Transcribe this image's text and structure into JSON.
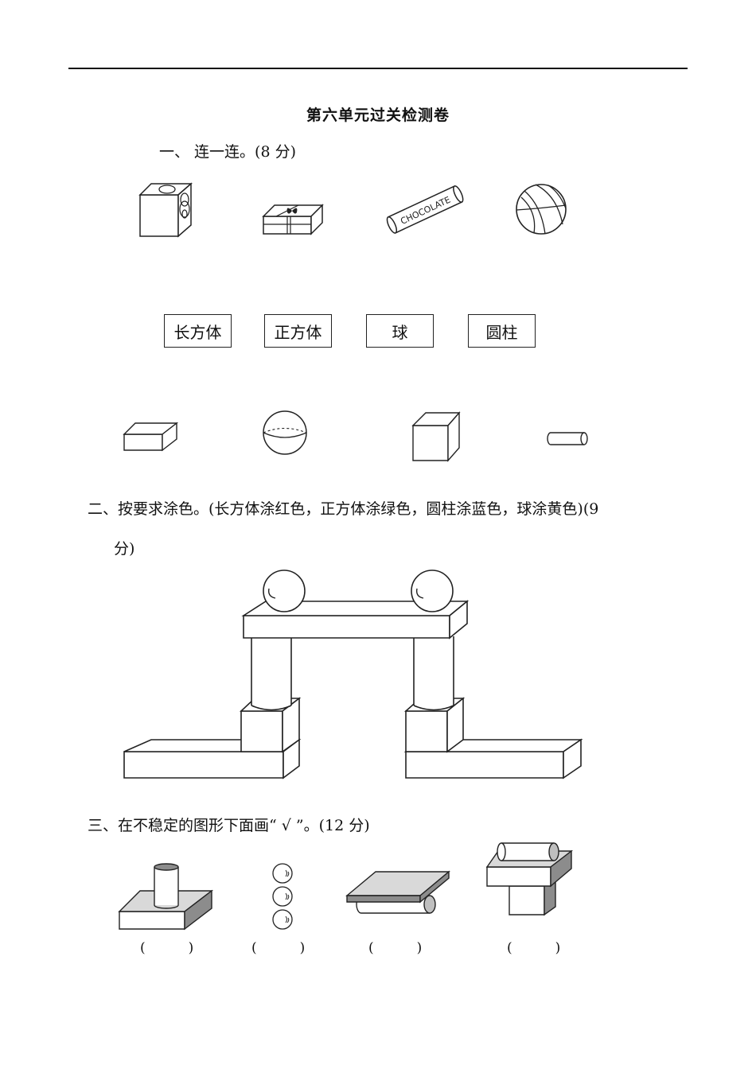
{
  "page": {
    "title": "第六单元过关检测卷"
  },
  "section1": {
    "heading": "一、 连一连。(8 分)",
    "chocolate_text": "CHOCOLATE",
    "labels": [
      "长方体",
      "正方体",
      "球",
      "圆柱"
    ]
  },
  "section2": {
    "heading_line1": "二、按要求涂色。(长方体涂红色，正方体涂绿色，圆柱涂蓝色，球涂黄色)(9",
    "heading_line2": "分)"
  },
  "section3": {
    "heading": "三、在不稳定的图形下面画“ √ ”。(12 分)",
    "answer_blanks": [
      "(          )",
      "(          )",
      "(          )",
      "(          )"
    ]
  }
}
